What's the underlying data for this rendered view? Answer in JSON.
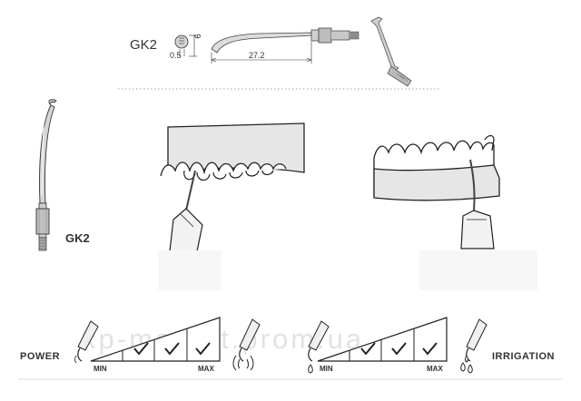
{
  "spec": {
    "model": "GK2",
    "width_label": "0.5",
    "height_label": "9",
    "length_label": "27.2"
  },
  "side_label": "GK2",
  "scales": {
    "power": {
      "title": "POWER",
      "min": "MIN",
      "max": "MAX",
      "checked_levels": 3
    },
    "irrigation": {
      "title": "IRRIGATION",
      "min": "MIN",
      "max": "MAX",
      "checked_levels": 3
    }
  },
  "watermark": "xp-market.prom.ua",
  "colors": {
    "line": "#222222",
    "tip": "#c9c9c9",
    "gum": "#e9e9e9",
    "handle": "#efefef"
  },
  "icons": [
    "scaler-tip-icon",
    "check-icon",
    "vibration-icon",
    "water-drop-icon"
  ]
}
